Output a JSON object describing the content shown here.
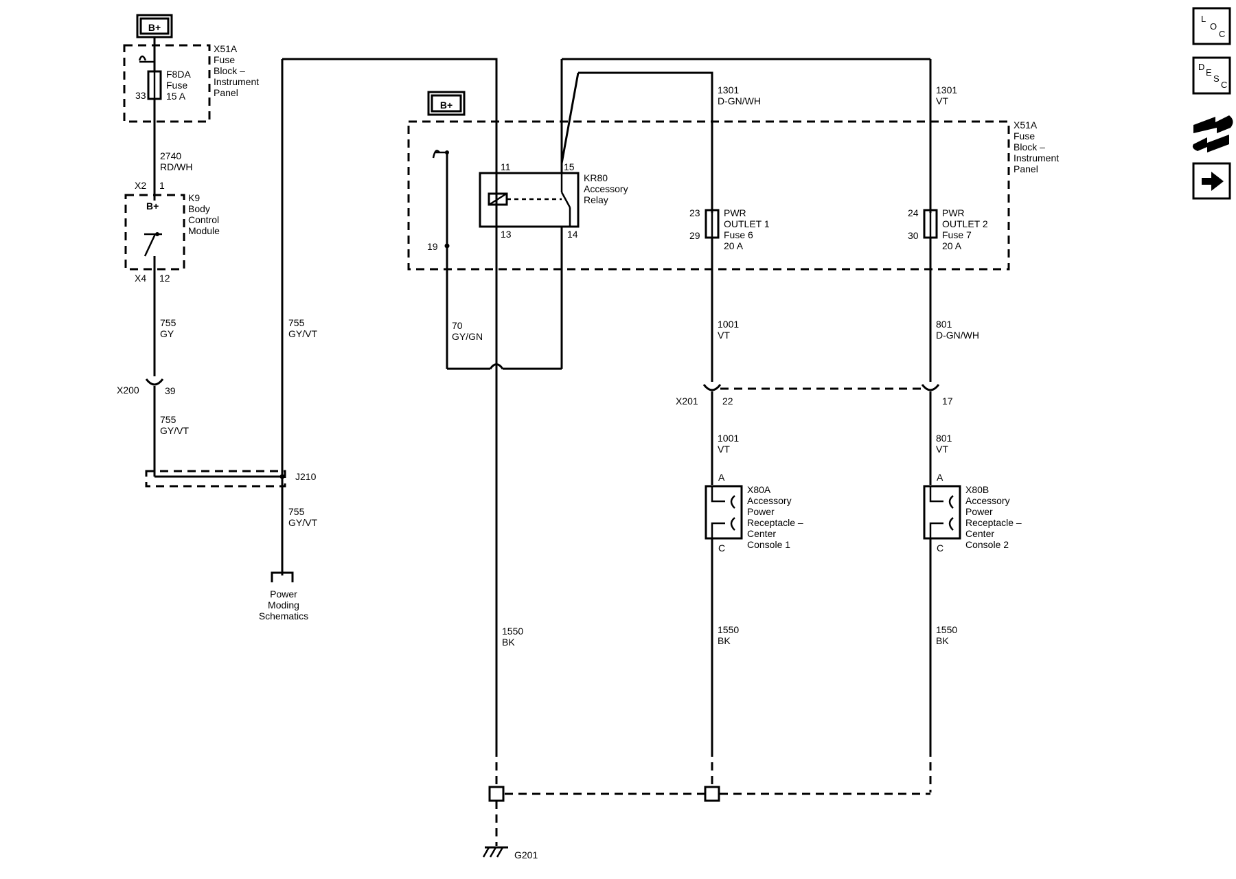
{
  "battery_label": "B+",
  "fuse_block_top": {
    "id": "X51A",
    "name_lines": [
      "Fuse",
      "Block –",
      "Instrument",
      "Panel"
    ],
    "fuse_id": "F8DA",
    "fuse_word": "Fuse",
    "rating": "15 A",
    "pin": "33"
  },
  "wire_2740": {
    "circuit": "2740",
    "color": "RD/WH"
  },
  "bcm": {
    "id": "K9",
    "name_lines": [
      "Body",
      "Control",
      "Module"
    ],
    "top_connector": "X2",
    "top_pin": "1",
    "internal_label": "B+",
    "bottom_connector": "X4",
    "bottom_pin": "12"
  },
  "wire_755_gy": {
    "circuit": "755",
    "color": "GY"
  },
  "connector_x200": {
    "id": "X200",
    "pin": "39"
  },
  "wire_755_gyvt_a": {
    "circuit": "755",
    "color": "GY/VT"
  },
  "wire_755_gyvt_b": {
    "circuit": "755",
    "color": "GY/VT"
  },
  "wire_755_gyvt_c": {
    "circuit": "755",
    "color": "GY/VT"
  },
  "splice_j210": "J210",
  "power_moding_lines": [
    "Power",
    "Moding",
    "Schematics"
  ],
  "relay": {
    "id": "KR80",
    "name_lines": [
      "Accessory",
      "Relay"
    ],
    "pin_11": "11",
    "pin_13": "13",
    "pin_14": "14",
    "pin_15": "15",
    "pin_19": "19"
  },
  "wire_70": {
    "circuit": "70",
    "color": "GY/GN"
  },
  "fuse_block_main": {
    "id": "X51A",
    "name_lines": [
      "Fuse",
      "Block –",
      "Instrument",
      "Panel"
    ]
  },
  "wire_1301_a": {
    "circuit": "1301",
    "color": "D-GN/WH"
  },
  "wire_1301_b": {
    "circuit": "1301",
    "color": "VT"
  },
  "fuse_6": {
    "pin_top": "23",
    "pin_bottom": "29",
    "lines": [
      "PWR",
      "OUTLET 1",
      "Fuse 6",
      "20 A"
    ]
  },
  "fuse_7": {
    "pin_top": "24",
    "pin_bottom": "30",
    "lines": [
      "PWR",
      "OUTLET 2",
      "Fuse 7",
      "20 A"
    ]
  },
  "wire_1001_a": {
    "circuit": "1001",
    "color": "VT"
  },
  "wire_801_a": {
    "circuit": "801",
    "color": "D-GN/WH"
  },
  "connector_x201": {
    "id": "X201",
    "pin_a": "22",
    "pin_b": "17"
  },
  "wire_1001_b": {
    "circuit": "1001",
    "color": "VT"
  },
  "wire_801_b": {
    "circuit": "801",
    "color": "VT"
  },
  "receptacle_1": {
    "id": "X80A",
    "pin_top": "A",
    "pin_bottom": "C",
    "name_lines": [
      "Accessory",
      "Power",
      "Receptacle –",
      "Center",
      "Console 1"
    ]
  },
  "receptacle_2": {
    "id": "X80B",
    "pin_top": "A",
    "pin_bottom": "C",
    "name_lines": [
      "Accessory",
      "Power",
      "Receptacle –",
      "Center",
      "Console 2"
    ]
  },
  "wire_1550_a": {
    "circuit": "1550",
    "color": "BK"
  },
  "wire_1550_b": {
    "circuit": "1550",
    "color": "BK"
  },
  "wire_1550_c": {
    "circuit": "1550",
    "color": "BK"
  },
  "ground": "G201",
  "nav": {
    "loc": [
      "L",
      "O",
      "C"
    ],
    "desc": [
      "D",
      "E",
      "S",
      "C"
    ],
    "connector_icon": "connector-icon",
    "next_icon": "arrow-right-icon"
  }
}
